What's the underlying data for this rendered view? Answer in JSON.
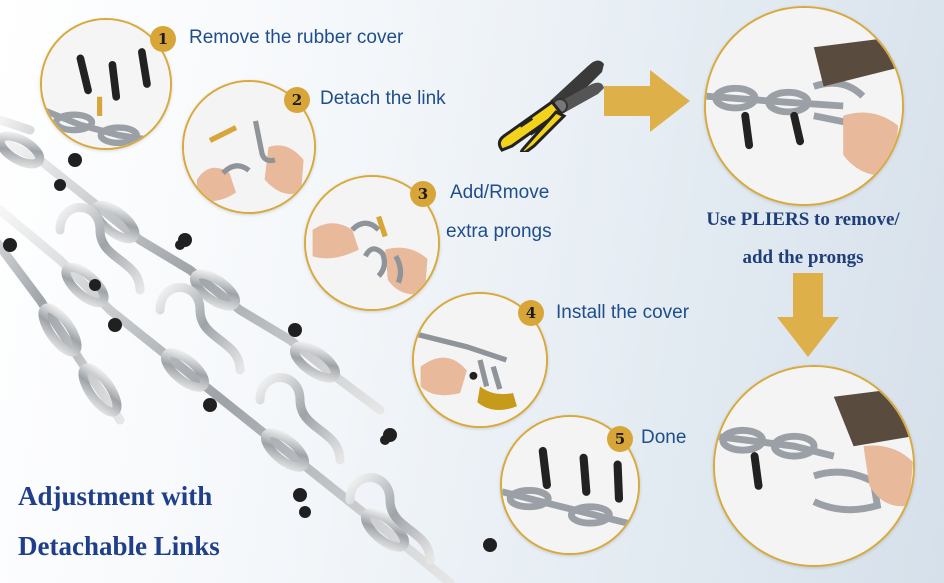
{
  "steps": [
    {
      "number": "1",
      "label": "Remove the rubber cover"
    },
    {
      "number": "2",
      "label": "Detach the link"
    },
    {
      "number": "3",
      "label_line1": "Add/Rmove",
      "label_line2": "extra prongs"
    },
    {
      "number": "4",
      "label": "Install the cover"
    },
    {
      "number": "5",
      "label": "Done"
    }
  ],
  "pliers_note": {
    "line1": "Use PLIERS to remove/",
    "line2": "add the prongs"
  },
  "headline": {
    "line1": "Adjustment with",
    "line2": "Detachable Links"
  },
  "colors": {
    "badge": "#d8a638",
    "arrow": "#ddb04a",
    "step_text": "#1f4e8c",
    "headline": "#1f3f8a",
    "plier_handle": "#f2d21b"
  },
  "icons": [
    "pliers-icon",
    "right-arrow-icon",
    "down-arrow-icon"
  ]
}
